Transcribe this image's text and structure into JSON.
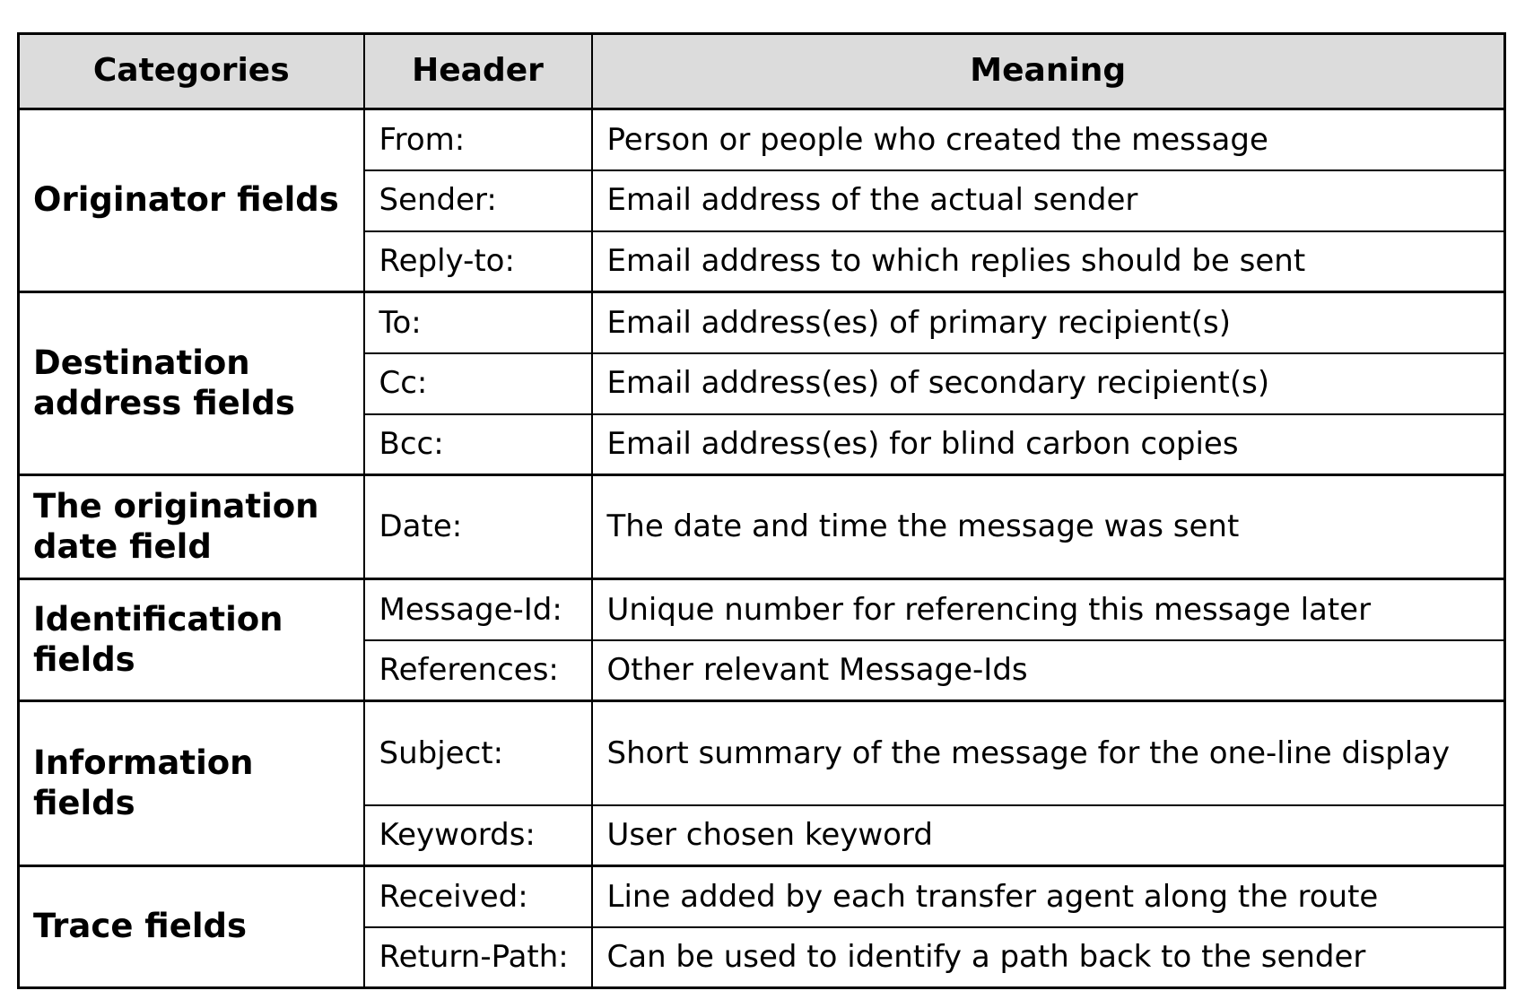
{
  "columns": {
    "categories": "Categories",
    "header": "Header",
    "meaning": "Meaning"
  },
  "groups": [
    {
      "category": "Originator fields",
      "rows": [
        {
          "header": "From:",
          "meaning": "Person or people who created the message"
        },
        {
          "header": "Sender:",
          "meaning": "Email address of the actual sender"
        },
        {
          "header": "Reply-to:",
          "meaning": "Email address to which replies should be sent"
        }
      ]
    },
    {
      "category": "Destination\naddress fields",
      "rows": [
        {
          "header": "To:",
          "meaning": "Email address(es) of primary recipient(s)"
        },
        {
          "header": "Cc:",
          "meaning": "Email address(es) of secondary recipient(s)"
        },
        {
          "header": "Bcc:",
          "meaning": "Email address(es) for blind carbon copies"
        }
      ]
    },
    {
      "category": "The origination\ndate field",
      "rows": [
        {
          "header": "Date:",
          "meaning": "The date and time the message was sent"
        }
      ]
    },
    {
      "category": "Identification\nfields",
      "rows": [
        {
          "header": "Message-Id:",
          "meaning": "Unique number for referencing this message later"
        },
        {
          "header": "References:",
          "meaning": "Other relevant Message-Ids"
        }
      ]
    },
    {
      "category": "Information\nfields",
      "rows": [
        {
          "header": "Subject:",
          "meaning": "Short summary of the message for the one-line display"
        },
        {
          "header": "Keywords:",
          "meaning": "User chosen keyword"
        }
      ]
    },
    {
      "category": "Trace fields",
      "rows": [
        {
          "header": "Received:",
          "meaning": "Line added by each transfer agent along the route"
        },
        {
          "header": "Return-Path:",
          "meaning": "Can be used to identify a path back to the sender"
        }
      ]
    }
  ]
}
